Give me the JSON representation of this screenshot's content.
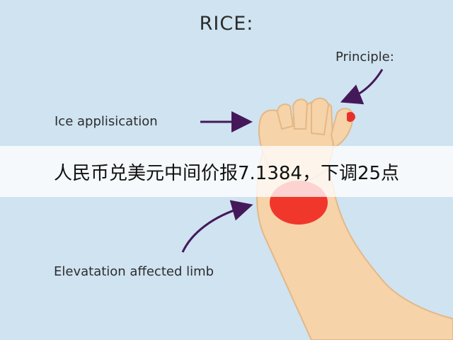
{
  "title": "RICE:",
  "labels": {
    "principle": "Principle:",
    "ice": "Ice applisication",
    "elevation": "Elevatation affected limb"
  },
  "banner": {
    "text": "人民币兑美元中间价报7.1384，下调25点"
  },
  "colors": {
    "background": "#cfe3f1",
    "skin": "#f6d3a8",
    "ice_spot": "#f1372b",
    "arrow": "#45185a"
  }
}
